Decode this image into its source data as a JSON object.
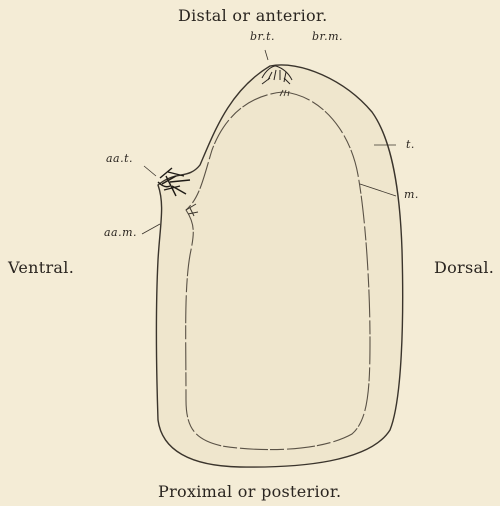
{
  "orientation": {
    "top": "Distal or anterior.",
    "bottom": "Proximal or posterior.",
    "left": "Ventral.",
    "right": "Dorsal."
  },
  "labels": {
    "br_t": "br.t.",
    "br_m": "br.m.",
    "aa_t": "aa.t.",
    "aa_m": "aa.m.",
    "t": "t.",
    "m": "m."
  },
  "colors": {
    "background": "#f4ecd6",
    "outline": "#3a342c",
    "inner_fill": "#efe6cd"
  }
}
